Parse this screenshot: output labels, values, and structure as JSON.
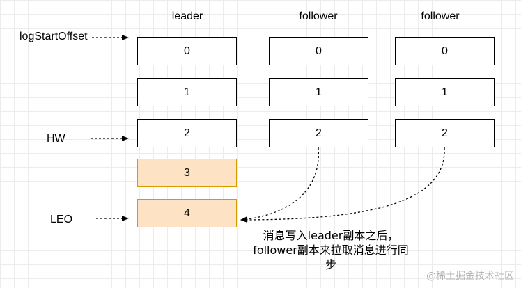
{
  "columns": [
    {
      "header": "leader",
      "cells": [
        "0",
        "1",
        "2",
        "3",
        "4"
      ]
    },
    {
      "header": "follower",
      "cells": [
        "0",
        "1",
        "2"
      ]
    },
    {
      "header": "follower",
      "cells": [
        "0",
        "1",
        "2"
      ]
    }
  ],
  "pointers": {
    "log_start_offset": "logStartOffset",
    "hw": "HW",
    "leo": "LEO"
  },
  "note": "消息写入leader副本之后，follower副本来拉取消息进行同步",
  "watermark": "@稀土掘金技术社区",
  "colors": {
    "highlight_fill": "#fde3c3",
    "highlight_border": "#d79b00"
  }
}
